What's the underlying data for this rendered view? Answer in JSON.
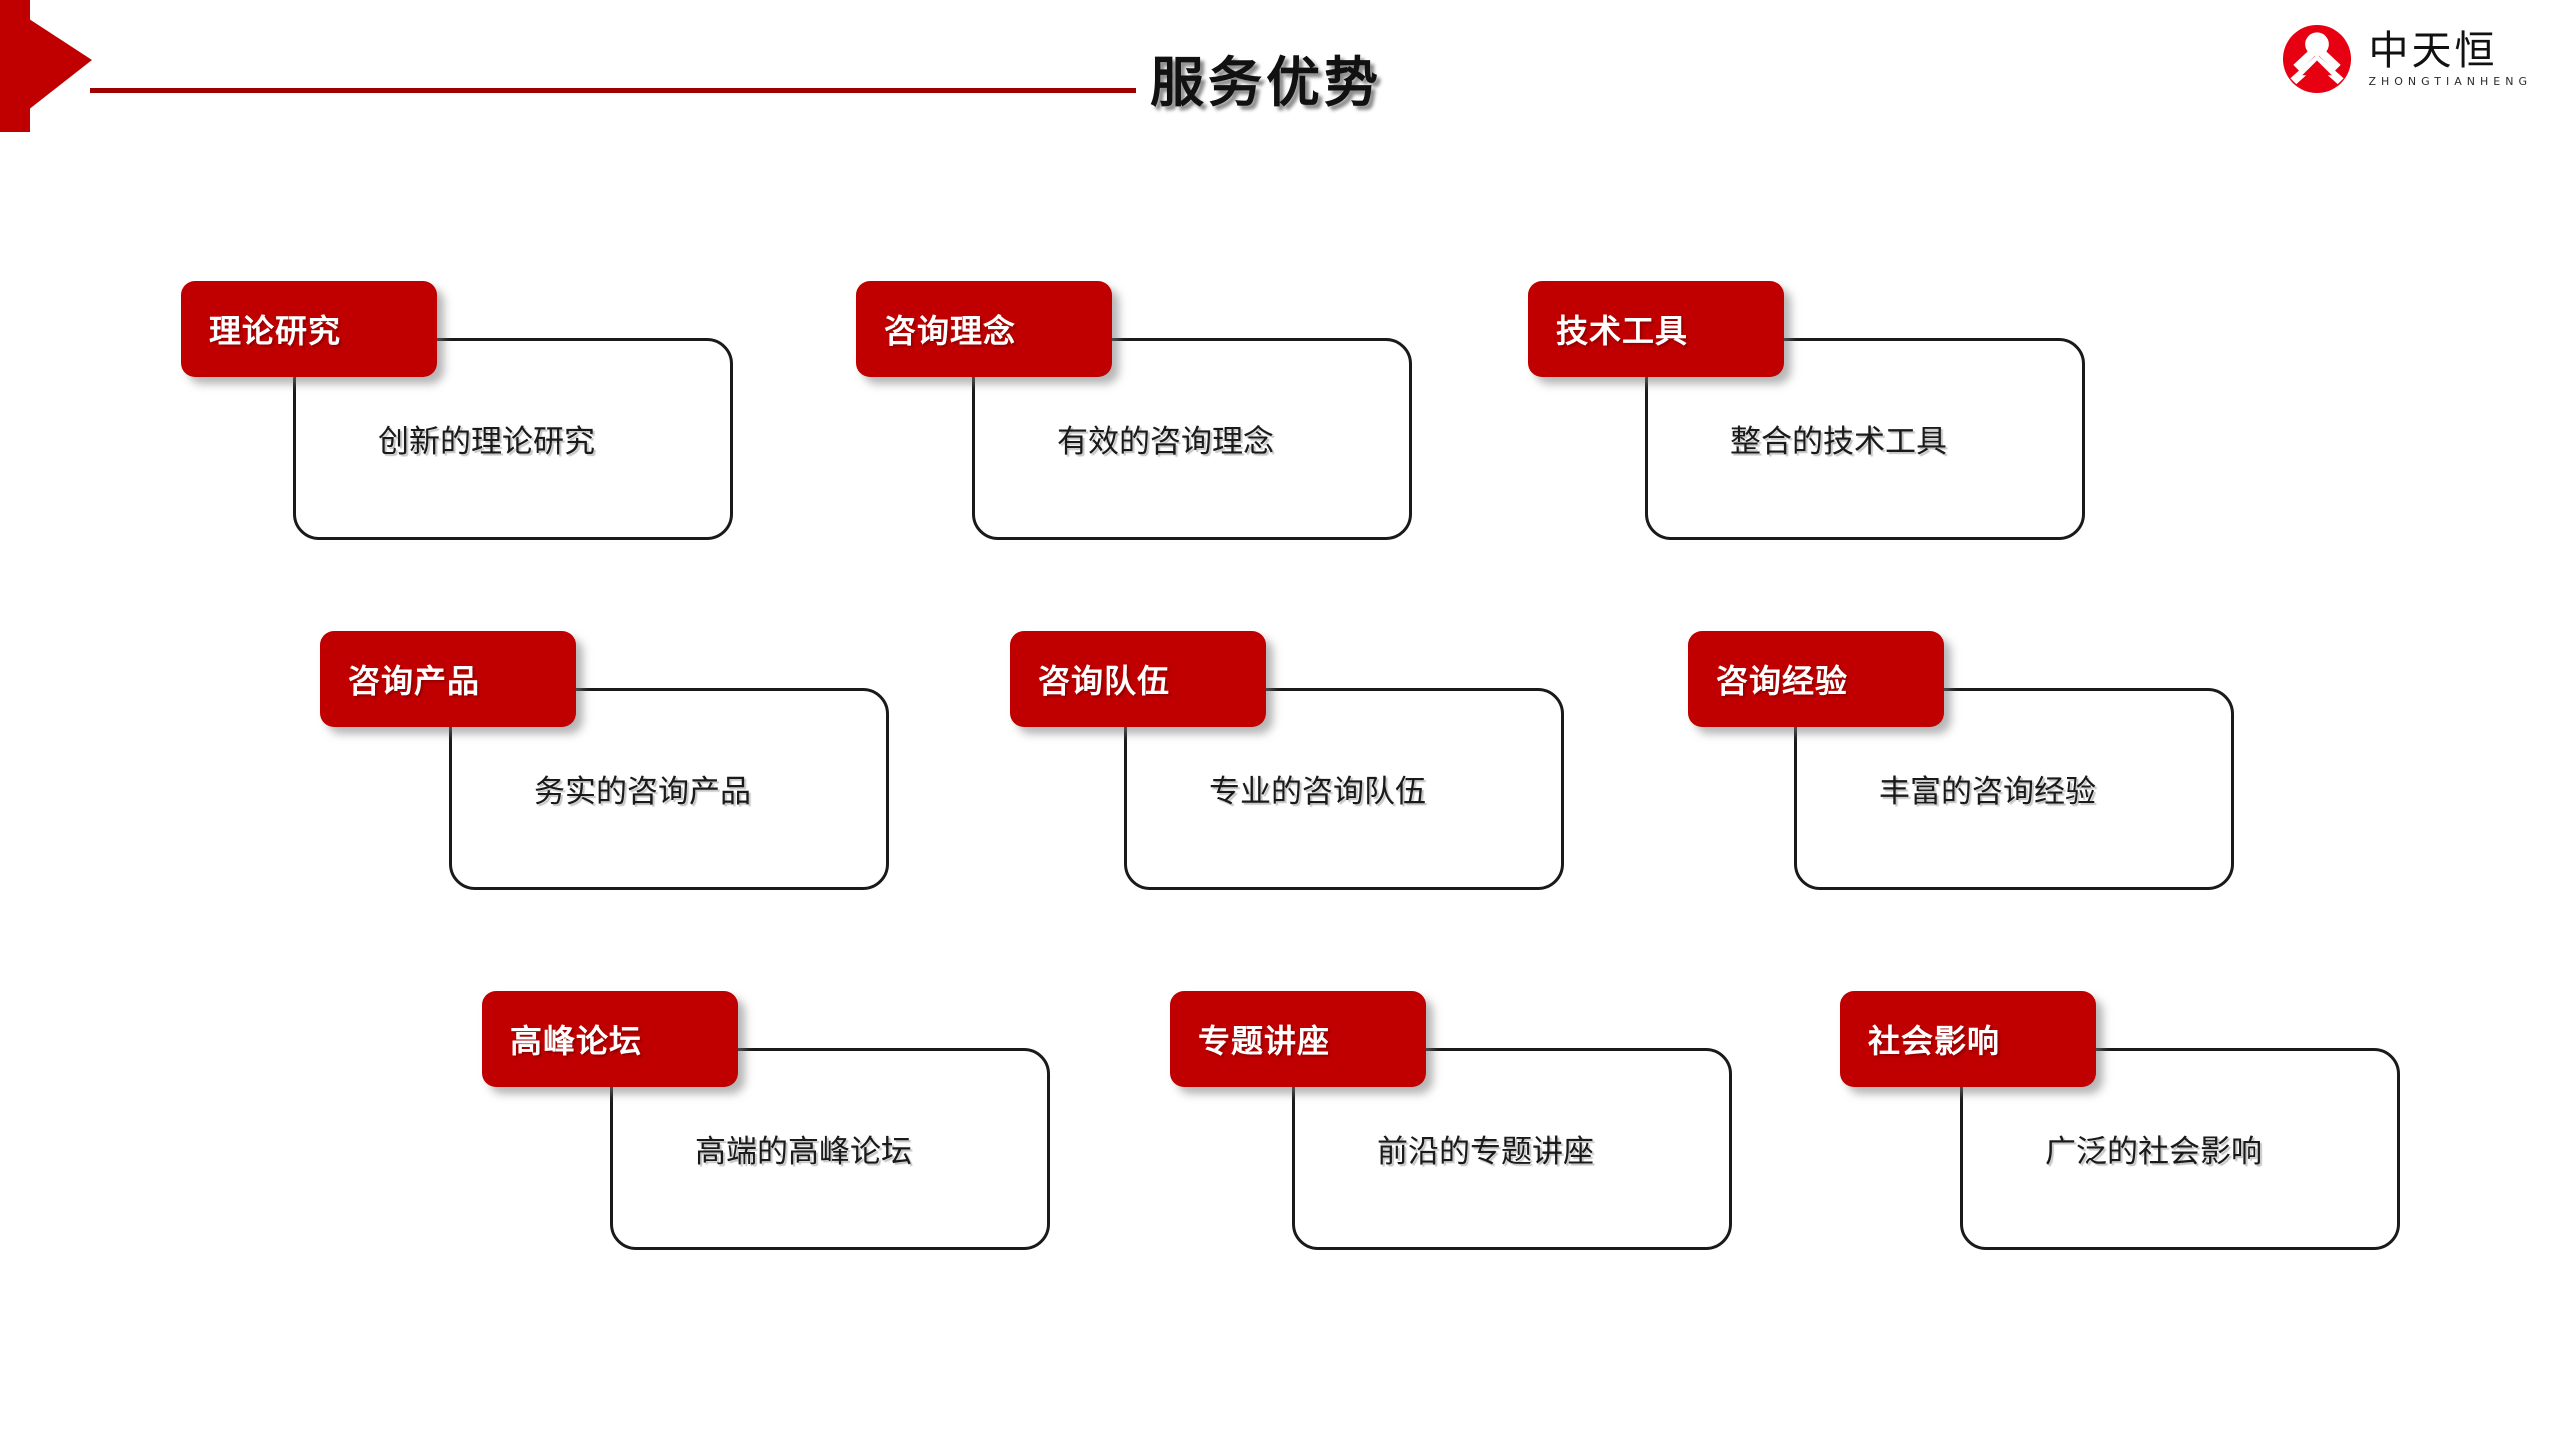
{
  "header": {
    "title": "服务优势",
    "accent_color": "#C00000",
    "rule_color": "#9E0000"
  },
  "logo": {
    "name_cn": "中天恒",
    "name_en": "ZHONGTIANHENG",
    "mark_color": "#E60012",
    "mark_icon": "mountain-sun-emblem-icon"
  },
  "cards": [
    {
      "title": "理论研究",
      "description": "创新的理论研究"
    },
    {
      "title": "咨询理念",
      "description": "有效的咨询理念"
    },
    {
      "title": "技术工具",
      "description": "整合的技术工具"
    },
    {
      "title": "咨询产品",
      "description": "务实的咨询产品"
    },
    {
      "title": "咨询队伍",
      "description": "专业的咨询队伍"
    },
    {
      "title": "咨询经验",
      "description": "丰富的咨询经验"
    },
    {
      "title": "高峰论坛",
      "description": "高端的高峰论坛"
    },
    {
      "title": "专题讲座",
      "description": "前沿的专题讲座"
    },
    {
      "title": "社会影响",
      "description": "广泛的社会影响"
    }
  ],
  "theme": {
    "badge_red": "#C00000",
    "outline_black": "#1A1A1A",
    "background": "#FFFFFF"
  }
}
